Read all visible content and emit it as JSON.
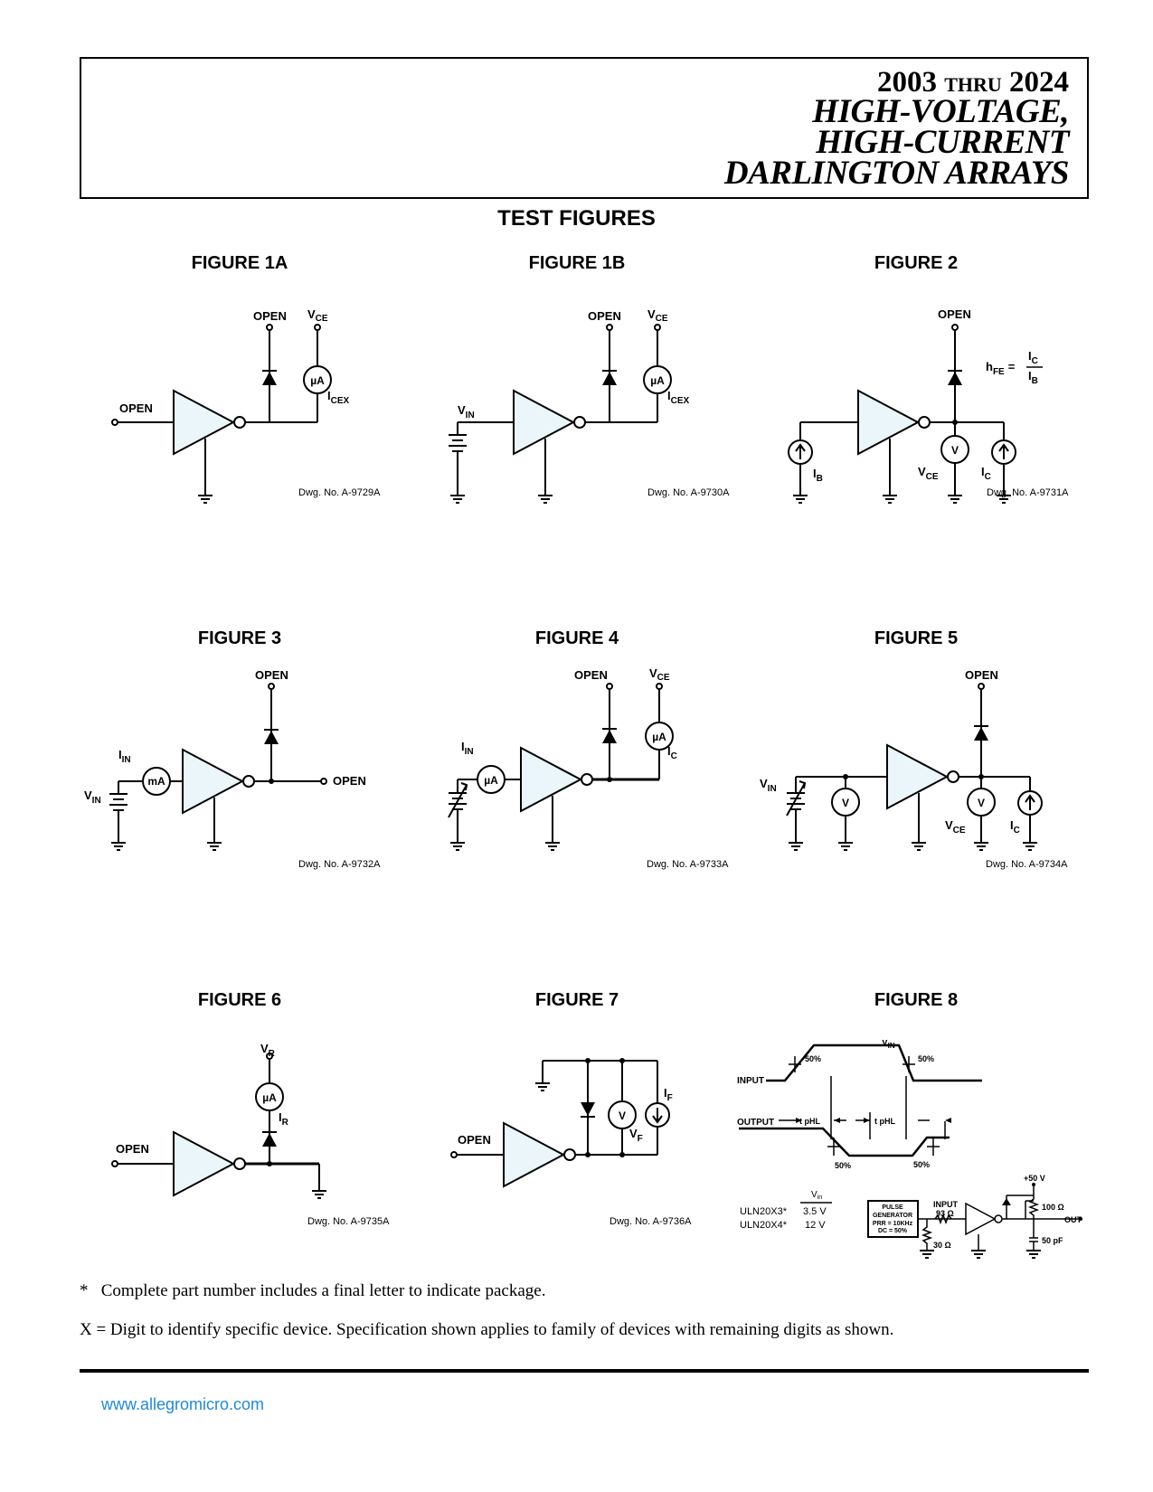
{
  "header": {
    "part_from": "2003",
    "thru": "THRU",
    "part_to": "2024",
    "line2": "HIGH-VOLTAGE,",
    "line3": "HIGH-CURRENT",
    "line4": "DARLINGTON ARRAYS"
  },
  "section_title": "TEST FIGURES",
  "labels": {
    "open": "OPEN",
    "v": "V",
    "i": "I",
    "h": "h",
    "eq": "=",
    "ua": "µA",
    "ma": "mA",
    "volt": "V",
    "ce": "CE",
    "cex": "CEX",
    "in": "IN",
    "c": "C",
    "b": "B",
    "fe": "FE",
    "r": "R",
    "f": "F"
  },
  "figures": [
    {
      "title": "FIGURE 1A",
      "dwg": "Dwg. No. A-9729A"
    },
    {
      "title": "FIGURE 1B",
      "dwg": "Dwg. No. A-9730A"
    },
    {
      "title": "FIGURE 2",
      "dwg": "Dwg. No. A-9731A"
    },
    {
      "title": "FIGURE 3",
      "dwg": "Dwg. No. A-9732A"
    },
    {
      "title": "FIGURE 4",
      "dwg": "Dwg. No. A-9733A"
    },
    {
      "title": "FIGURE 5",
      "dwg": "Dwg. No. A-9734A"
    },
    {
      "title": "FIGURE 6",
      "dwg": "Dwg. No. A-9735A"
    },
    {
      "title": "FIGURE 7",
      "dwg": "Dwg. No. A-9736A"
    },
    {
      "title": "FIGURE 8"
    }
  ],
  "figure8": {
    "input_label": "INPUT",
    "output_label": "OUTPUT",
    "v": "V",
    "in": "IN",
    "pct50": "50%",
    "tphl": "t pHL",
    "table_header_v": "V",
    "table_header_sub": "in",
    "rows": [
      {
        "part": "ULN20X3*",
        "vin": "3.5 V"
      },
      {
        "part": "ULN20X4*",
        "vin": "12 V"
      }
    ],
    "pg_lines": [
      "PULSE",
      "GENERATOR",
      "PRR = 10KHz",
      "DC = 50%"
    ],
    "circ_input": "INPUT",
    "r_input": "93 Ω",
    "r_ground": "30 Ω",
    "supply": "+50 V",
    "r_load": "100 Ω",
    "out": "OUT",
    "cap": "50 pF"
  },
  "notes": {
    "note1_mark": "*",
    "note1": "Complete part number includes a final letter to indicate package.",
    "note2": "X = Digit to identify specific device. Specification shown applies to family of devices with remaining digits as shown."
  },
  "footer": {
    "website": "www.allegromicro.com"
  }
}
